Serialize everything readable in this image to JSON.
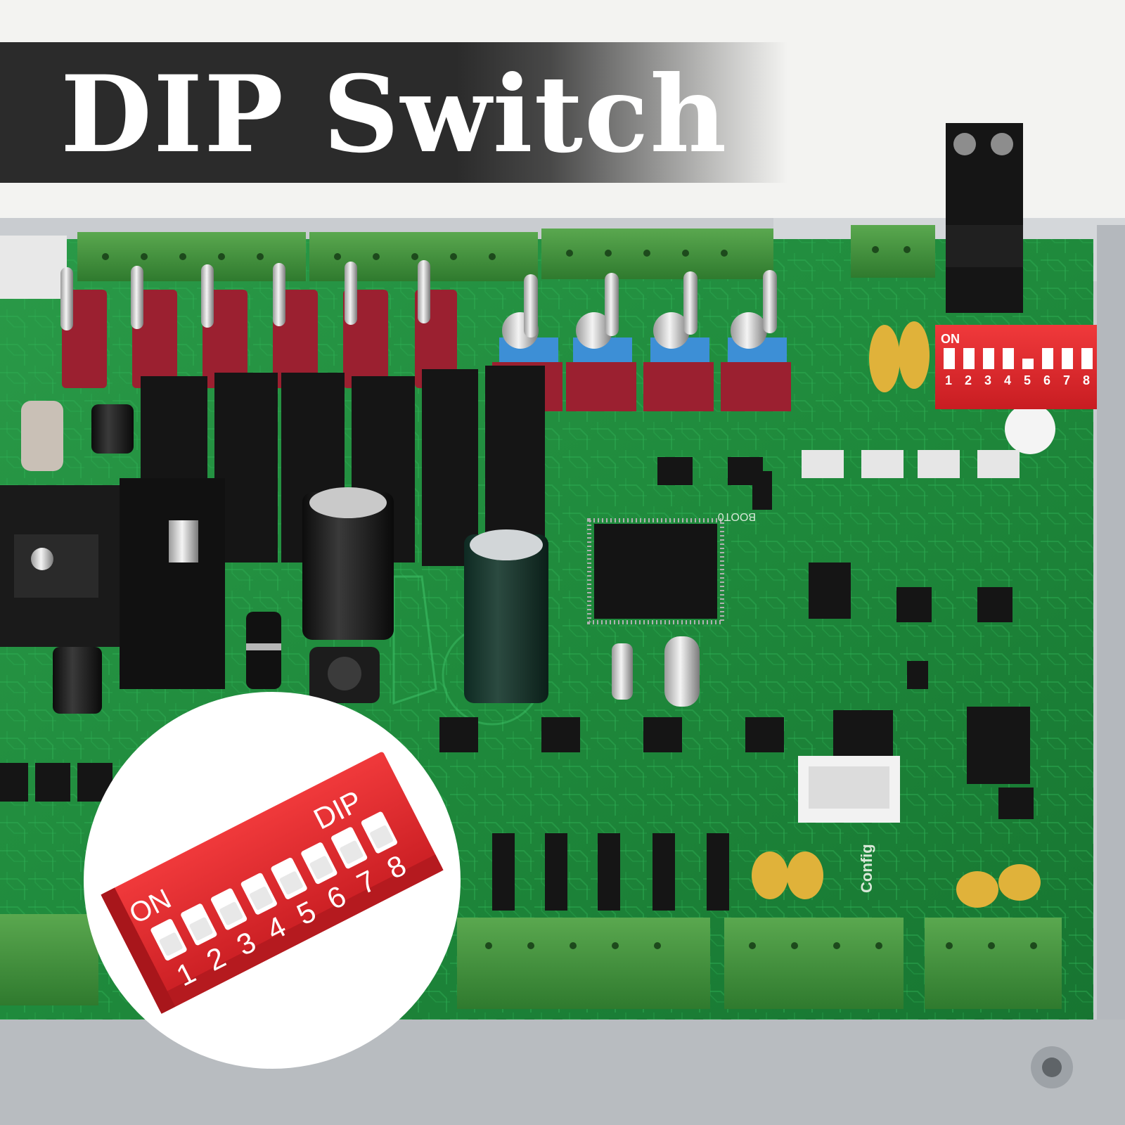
{
  "banner": {
    "title": "DIP Switch"
  },
  "colors": {
    "banner_bg": "#2b2b2b",
    "pcb_green": "#1f8f3e",
    "switch_red": "#e3262b",
    "terminal_green": "#3f8f3a",
    "relay_black": "#151515",
    "toggle_red": "#9b2030"
  },
  "board_switch": {
    "on_label": "ON",
    "numbers": [
      "1",
      "2",
      "3",
      "4",
      "5",
      "6",
      "7",
      "8"
    ]
  },
  "closeup_switch": {
    "on_label": "ON",
    "dip_label": "DIP",
    "numbers": [
      "1",
      "2",
      "3",
      "4",
      "5",
      "6",
      "7",
      "8"
    ]
  },
  "silkscreen": {
    "boot_label": "BOOT0",
    "config_label": "Config"
  }
}
